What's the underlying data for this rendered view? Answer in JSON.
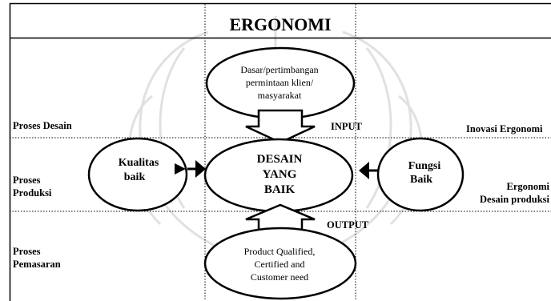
{
  "title": "ERGONOMI",
  "left_labels": {
    "design": "Proses Desain",
    "production": [
      "Proses",
      "Produksi"
    ],
    "marketing": [
      "Proses",
      "Pemasaran"
    ]
  },
  "right_labels": {
    "innovation": "Inovasi Ergonomi",
    "production": [
      "Ergonomi",
      "Desain produksi"
    ]
  },
  "flow_labels": {
    "input": "INPUT",
    "output": "OUTPUT"
  },
  "nodes": {
    "top": [
      "Dasar/pertimbangan",
      "permintaan klien/",
      "masyarakat"
    ],
    "center": [
      "DESAIN",
      "YANG",
      "BAIK"
    ],
    "left": [
      "Kualitas",
      "baik"
    ],
    "right": [
      "Fungsi",
      "Baik"
    ],
    "bottom": [
      "Product Qualified,",
      "Certified and",
      "Customer need"
    ]
  },
  "watermark": "university seal"
}
